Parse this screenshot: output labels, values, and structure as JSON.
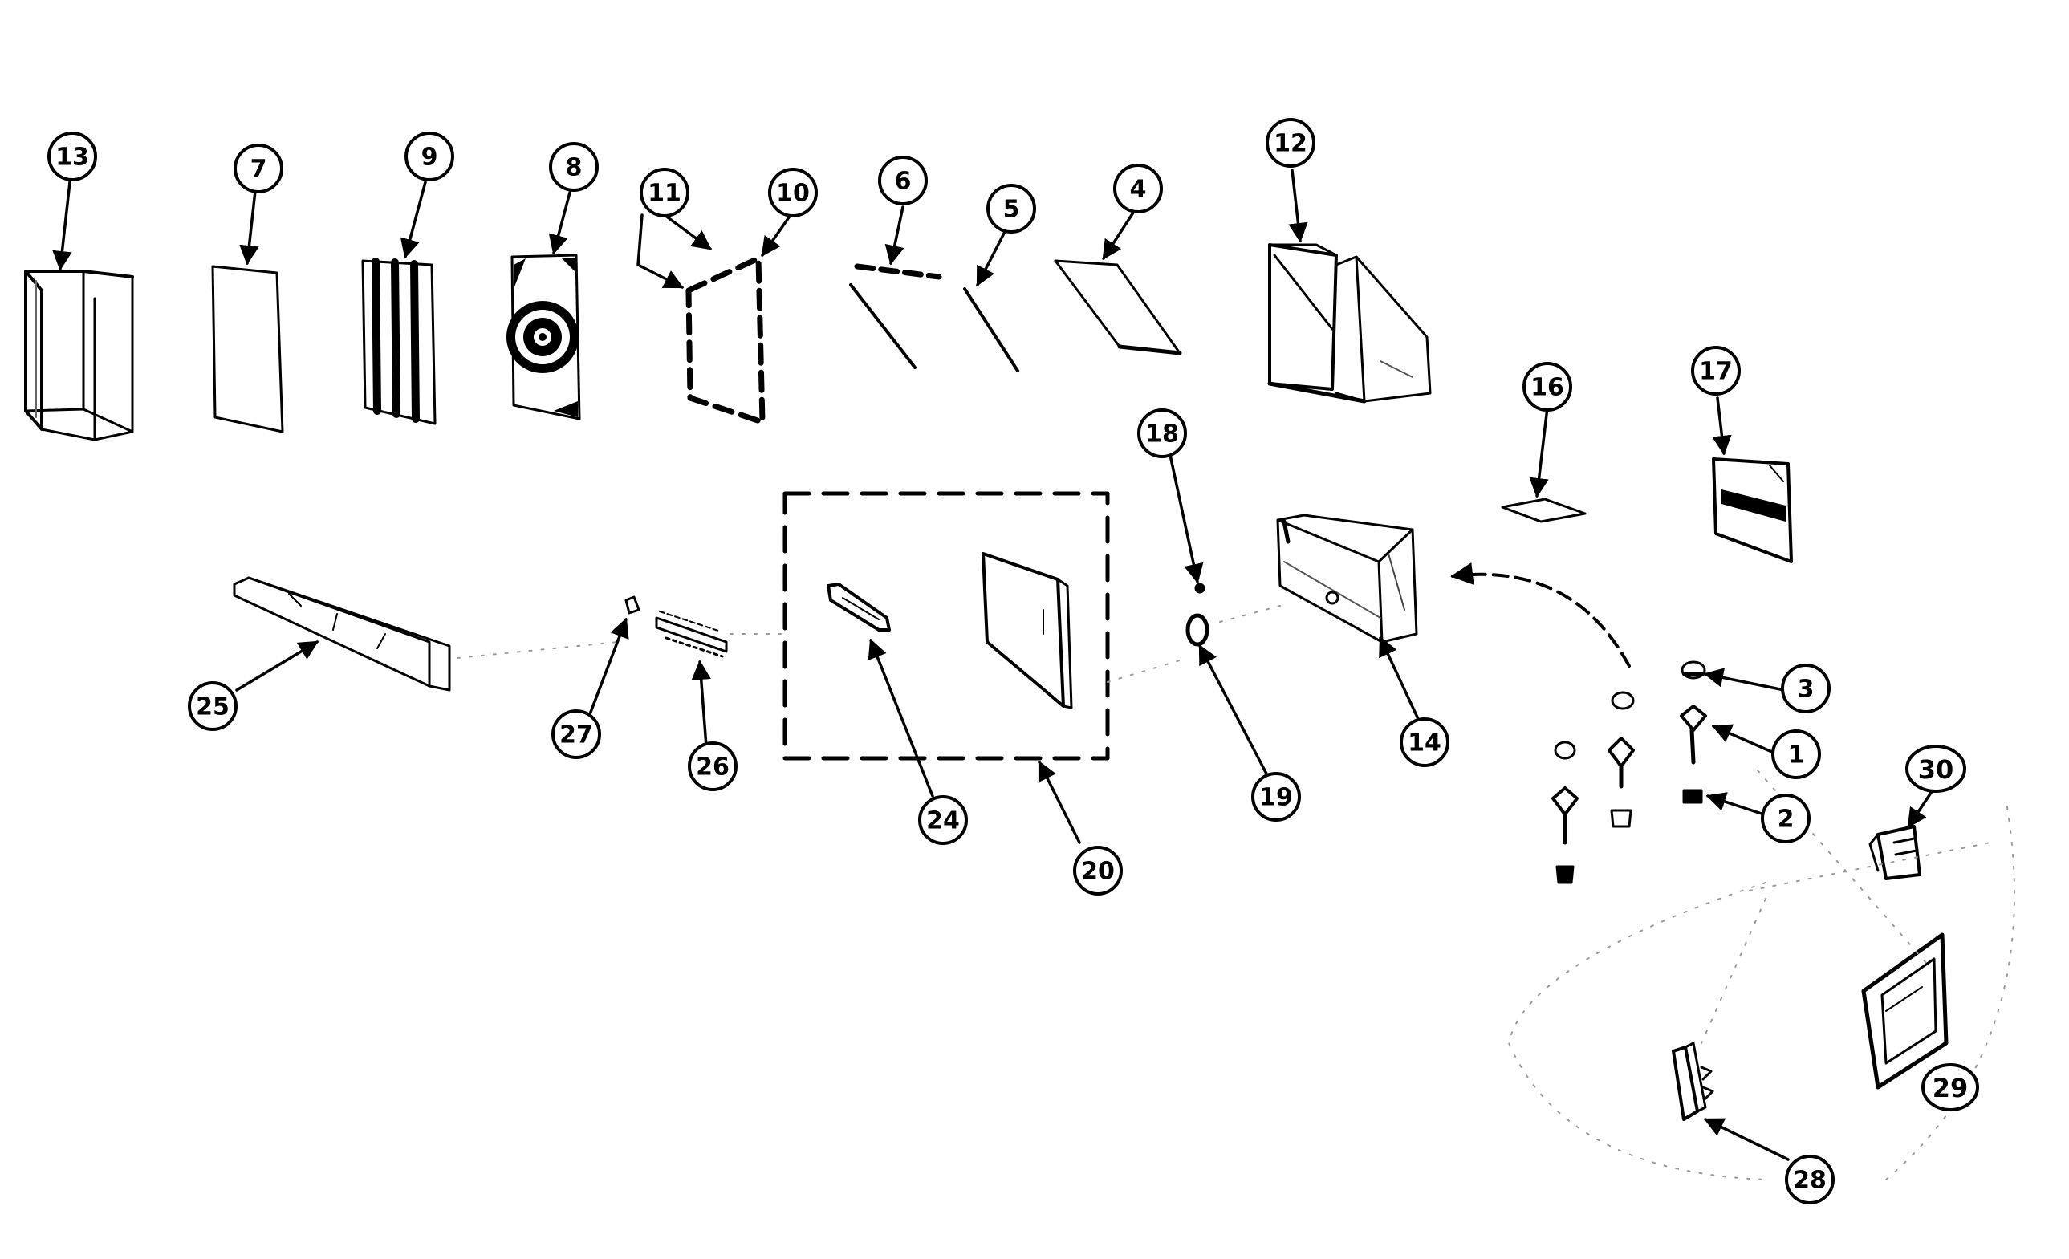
{
  "callouts": [
    {
      "id": "13",
      "label": "13"
    },
    {
      "id": "7",
      "label": "7"
    },
    {
      "id": "9",
      "label": "9"
    },
    {
      "id": "8",
      "label": "8"
    },
    {
      "id": "11",
      "label": "11"
    },
    {
      "id": "10",
      "label": "10"
    },
    {
      "id": "6",
      "label": "6"
    },
    {
      "id": "5",
      "label": "5"
    },
    {
      "id": "4",
      "label": "4"
    },
    {
      "id": "12",
      "label": "12"
    },
    {
      "id": "16",
      "label": "16"
    },
    {
      "id": "17",
      "label": "17"
    },
    {
      "id": "18",
      "label": "18"
    },
    {
      "id": "19",
      "label": "19"
    },
    {
      "id": "14",
      "label": "14"
    },
    {
      "id": "3",
      "label": "3"
    },
    {
      "id": "1",
      "label": "1"
    },
    {
      "id": "2",
      "label": "2"
    },
    {
      "id": "30",
      "label": "30"
    },
    {
      "id": "25",
      "label": "25"
    },
    {
      "id": "27",
      "label": "27"
    },
    {
      "id": "26",
      "label": "26"
    },
    {
      "id": "24",
      "label": "24"
    },
    {
      "id": "20",
      "label": "20"
    },
    {
      "id": "29",
      "label": "29"
    },
    {
      "id": "28",
      "label": "28"
    }
  ]
}
